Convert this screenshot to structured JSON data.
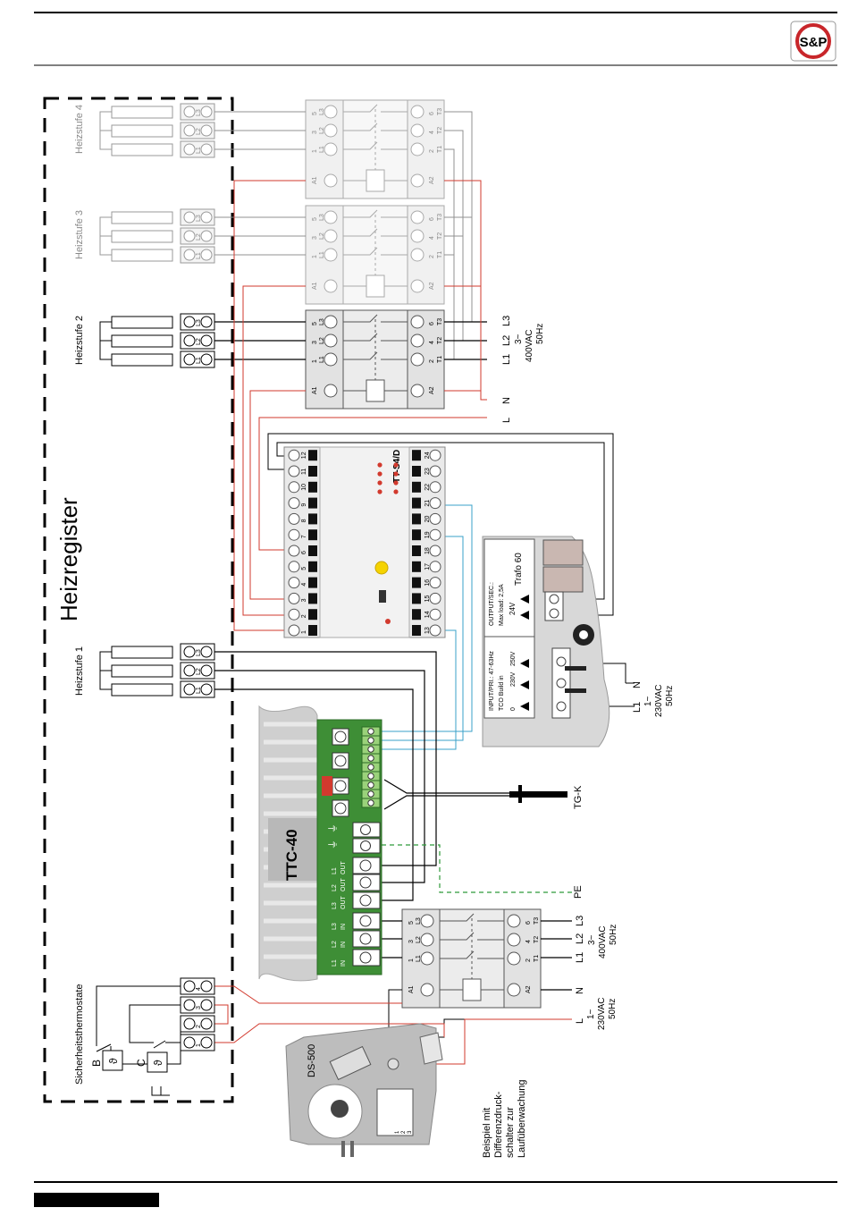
{
  "header": {
    "logo_text": "S&P"
  },
  "colors": {
    "red": "#d23a2e",
    "blue": "#3aa0c8",
    "green": "#2f9a3a",
    "grey": "#909090",
    "board": "#3e8e36"
  },
  "labels": {
    "heizregister": "Heizregister",
    "heizstufe_4": "Heizstufe 4",
    "heizstufe_3": "Heizstufe 3",
    "heizstufe_2": "Heizstufe 2",
    "heizstufe_1": "Heizstufe 1",
    "sicherheitsthermostate": "Sicherheitsthermostate",
    "thermo_b": "B",
    "thermo_c": "C",
    "tt_s4d": "TT-S4/D",
    "ttc40": "TTC-40",
    "trafo": "Trafo 60",
    "trafo_output": "OUTPUT/SEC.:",
    "trafo_maxload": "Max load: 2,5A",
    "trafo_24v": "24V",
    "trafo_input": "INPUT/PRI.: 47-63Hz",
    "trafo_tco": "TCO Build in",
    "trafo_0": "0",
    "trafo_230v": "230V",
    "trafo_250v": "250V",
    "ds500": "DS-500",
    "tgk": "TG-K",
    "pe": "PE",
    "note_lines": [
      "Beispiel mit",
      "Differenzdruck-",
      "schalter zur",
      "Laufüberwachung"
    ]
  },
  "supply_top": {
    "l3": "L3",
    "l2": "L2",
    "l1": "L1",
    "spec": [
      "3~",
      "400VAC",
      "50Hz"
    ],
    "n": "N",
    "l": "L"
  },
  "supply_trafo": {
    "n": "N",
    "l1": "L1",
    "spec": [
      "1~",
      "230VAC",
      "50Hz"
    ]
  },
  "supply_bottom": {
    "l3": "L3",
    "l2": "L2",
    "l1": "L1",
    "spec": [
      "3~",
      "400VAC",
      "50Hz"
    ],
    "n": "N",
    "l": "L",
    "spec2": [
      "1~",
      "230VAC",
      "50Hz"
    ]
  },
  "contactor": {
    "top_terms": [
      "5",
      "3",
      "1",
      "A1"
    ],
    "top_labels": [
      "L3",
      "L2",
      "L1"
    ],
    "bot_terms": [
      "6",
      "4",
      "2",
      "A2"
    ],
    "bot_labels": [
      "T3",
      "T2",
      "T1"
    ]
  },
  "terminal_block": {
    "labels": [
      "L3",
      "L2",
      "L1"
    ]
  },
  "ttc_terminals": [
    "L1 IN",
    "L2 IN",
    "L3 IN",
    "L3 OUT",
    "L2 OUT",
    "L1 OUT"
  ],
  "ttc_ground": "⏚",
  "tt_terminals_bottom": [
    "1",
    "2",
    "3",
    "4",
    "5",
    "6",
    "7",
    "8",
    "9",
    "10",
    "11",
    "12"
  ],
  "tt_terminals_top": [
    "13",
    "14",
    "15",
    "16",
    "17",
    "18",
    "19",
    "20",
    "21",
    "22",
    "23",
    "24"
  ],
  "thermo_terms": [
    "4",
    "3",
    "2",
    "1"
  ],
  "thermo_symbol": "ϑ",
  "ds_terms": [
    "1",
    "2",
    "3"
  ]
}
